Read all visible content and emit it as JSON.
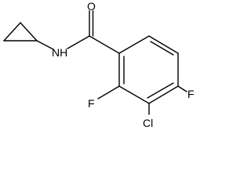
{
  "molecule": {
    "atoms": {
      "oxygen": "O",
      "nitrogen_hydrogen": "NH",
      "fluorine_left": "F",
      "fluorine_right": "F",
      "chlorine": "Cl"
    },
    "colors": {
      "bond": "#000000",
      "label": "#000000",
      "background": "#ffffff"
    }
  }
}
